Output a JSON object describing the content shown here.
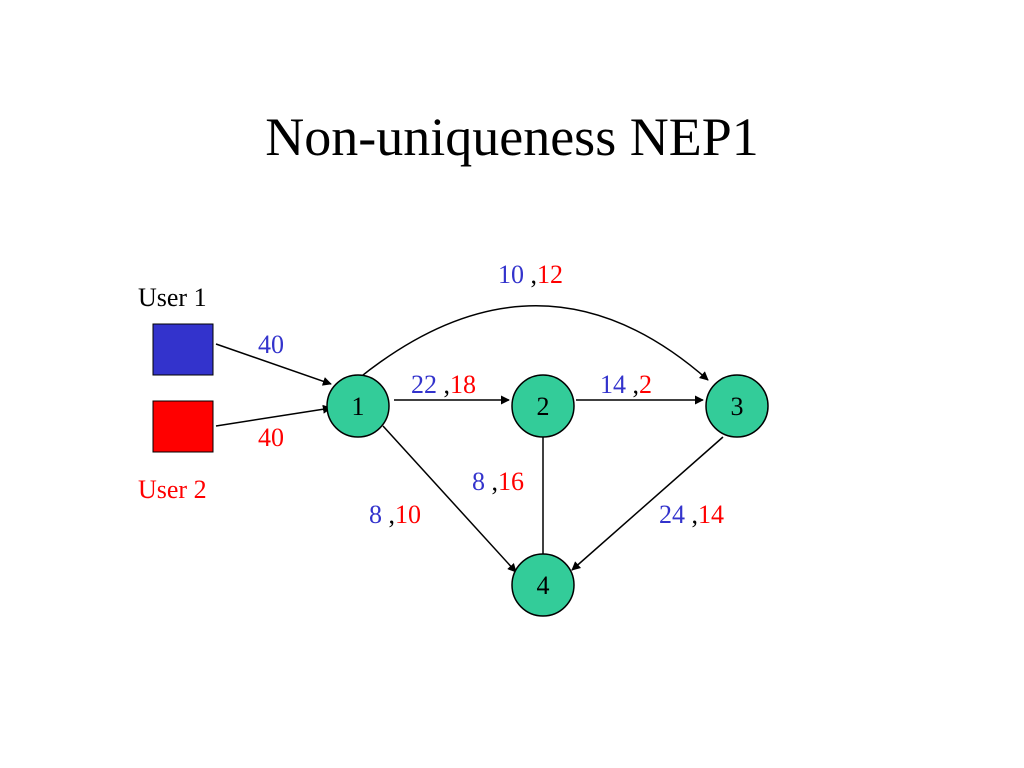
{
  "title": "Non-uniqueness NEP1",
  "colors": {
    "user1": "#3333cc",
    "user2": "#ff0000",
    "node_fill": "#33cc99",
    "edge": "#000000",
    "text": "#000000"
  },
  "users": [
    {
      "id": "user1",
      "label": "User 1",
      "label_color": "#000000",
      "box_color": "#3333cc",
      "demand": "40",
      "demand_color": "#3333cc"
    },
    {
      "id": "user2",
      "label": "User 2",
      "label_color": "#ff0000",
      "box_color": "#ff0000",
      "demand": "40",
      "demand_color": "#ff0000"
    }
  ],
  "nodes": [
    {
      "id": "n1",
      "label": "1"
    },
    {
      "id": "n2",
      "label": "2"
    },
    {
      "id": "n3",
      "label": "3"
    },
    {
      "id": "n4",
      "label": "4"
    }
  ],
  "edges": [
    {
      "id": "e13",
      "from": "1",
      "to": "3",
      "flow_user1": "10",
      "flow_user2": "12"
    },
    {
      "id": "e12",
      "from": "1",
      "to": "2",
      "flow_user1": "22",
      "flow_user2": "18"
    },
    {
      "id": "e23",
      "from": "2",
      "to": "3",
      "flow_user1": "14",
      "flow_user2": "2"
    },
    {
      "id": "e24",
      "from": "2",
      "to": "4",
      "flow_user1": "8",
      "flow_user2": "16"
    },
    {
      "id": "e14",
      "from": "1",
      "to": "4",
      "flow_user1": "8",
      "flow_user2": "10"
    },
    {
      "id": "e34",
      "from": "3",
      "to": "4",
      "flow_user1": "24",
      "flow_user2": "14"
    }
  ],
  "separator": " ,"
}
